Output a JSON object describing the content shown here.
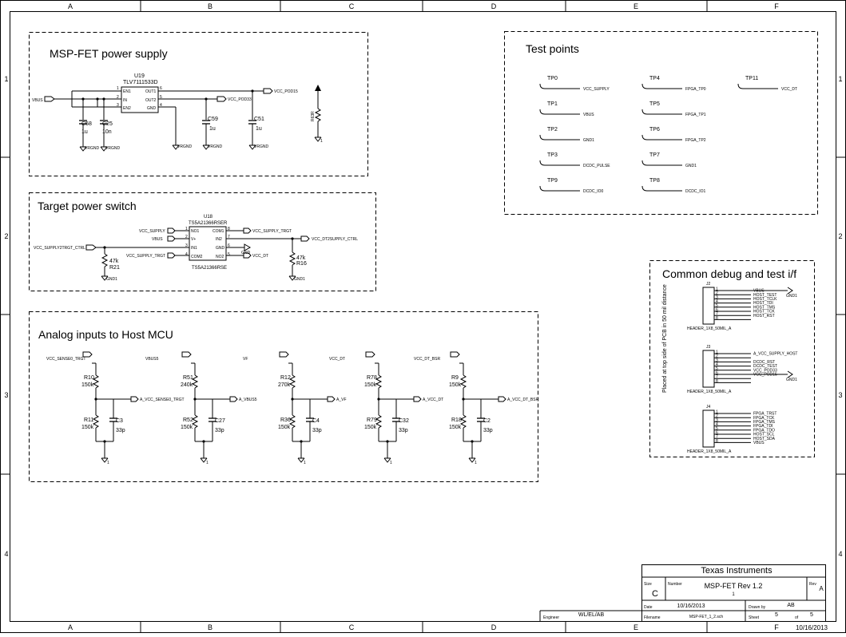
{
  "frame": {
    "columns": [
      "A",
      "B",
      "C",
      "D",
      "E",
      "F"
    ],
    "rows": [
      "1",
      "2",
      "3",
      "4"
    ]
  },
  "power_supply": {
    "title": "MSP-FET power supply",
    "ic_ref": "U19",
    "ic_name": "TLV7111533D",
    "pins_left": [
      {
        "num": "1",
        "name": "EN1"
      },
      {
        "num": "2",
        "name": "IN"
      },
      {
        "num": "3",
        "name": "EN2"
      }
    ],
    "pins_right": [
      {
        "num": "6",
        "name": "OUT1"
      },
      {
        "num": "5",
        "name": "OUT2"
      },
      {
        "num": "4",
        "name": "GND"
      }
    ],
    "vbus": "VBUS",
    "out1_net": "VCC_POD15",
    "out2_net": "VCC_POD33",
    "c58": {
      "ref": "C58",
      "val": "1u"
    },
    "c25": {
      "ref": "C25",
      "val": "10n"
    },
    "c59": {
      "ref": "C59",
      "val": "1u"
    },
    "c51": {
      "ref": "C51",
      "val": "1u"
    },
    "gnd": "VRGND",
    "r_ref": "R63R",
    "gnd1": "1"
  },
  "target_switch": {
    "title": "Target power switch",
    "ic_ref": "U18",
    "ic_name": "TS5A21366RSER",
    "ic_bottom": "TS5A21366RSE",
    "pins_left": [
      {
        "num": "1",
        "name": "NO1"
      },
      {
        "num": "2",
        "name": "V+"
      },
      {
        "num": "3",
        "name": "IN1"
      },
      {
        "num": "4",
        "name": "COM2"
      }
    ],
    "pins_right": [
      {
        "num": "8",
        "name": "COM1"
      },
      {
        "num": "7",
        "name": "IN2"
      },
      {
        "num": "6",
        "name": "GND"
      },
      {
        "num": "5",
        "name": "NO2"
      }
    ],
    "net_left": [
      "VCC_SUPPLY",
      "VBUS",
      "",
      "VCC_SUPPLY_TRGT"
    ],
    "net_com1": "VCC_SUPPLY_TRGT",
    "net_in": "VCC_SUPPLY2TRGT_CTRL",
    "net_in2": "VCC_DT2SUPPLY_CTRL",
    "net_no2": "VCC_DT",
    "gnd_small": "GND",
    "r21": {
      "ref": "R21",
      "val": "47k"
    },
    "r16": {
      "ref": "R16",
      "val": "47k"
    },
    "gnd1": "GND1"
  },
  "analog": {
    "title": "Analog inputs to Host MCU",
    "channels": [
      {
        "in": "VCC_SENSE0_TRGT",
        "rt": "R10",
        "rtv": "150k",
        "rb": "R11",
        "rbv": "150k",
        "c": "C3",
        "cv": "33p",
        "out": "A_VCC_SENSE0_TRGT",
        "g": "1"
      },
      {
        "in": "VBUS5",
        "rt": "R51",
        "rtv": "240k",
        "rb": "R52",
        "rbv": "150k",
        "c": "C27",
        "cv": "33p",
        "out": "A_VBUS5",
        "g": "1"
      },
      {
        "in": "VF",
        "rt": "R12",
        "rtv": "270k",
        "rb": "R36",
        "rbv": "150k",
        "c": "C4",
        "cv": "33p",
        "out": "A_VF",
        "g": "1"
      },
      {
        "in": "VCC_DT",
        "rt": "R78",
        "rtv": "150k",
        "rb": "R79",
        "rbv": "150k",
        "c": "C32",
        "cv": "33p",
        "out": "A_VCC_DT",
        "g": "1"
      },
      {
        "in": "VCC_DT_BSR",
        "rt": "R9",
        "rtv": "150k",
        "rb": "R18",
        "rbv": "150k",
        "c": "C2",
        "cv": "33p",
        "out": "A_VCC_DT_BSR",
        "g": "1"
      }
    ]
  },
  "test_points": {
    "title": "Test points",
    "items": [
      {
        "tp": "TP0",
        "net": "VCC_SUPPLY"
      },
      {
        "tp": "TP1",
        "net": "VBUS"
      },
      {
        "tp": "TP2",
        "net": "GND1"
      },
      {
        "tp": "TP3",
        "net": "DCDC_PULSE"
      },
      {
        "tp": "TP9",
        "net": "DCDC_IO0"
      },
      {
        "tp": "TP4",
        "net": "FPGA_TP0"
      },
      {
        "tp": "TP5",
        "net": "FPGA_TP1"
      },
      {
        "tp": "TP6",
        "net": "FPGA_TP2"
      },
      {
        "tp": "TP7",
        "net": "GND1"
      },
      {
        "tp": "TP8",
        "net": "DCDC_IO1"
      },
      {
        "tp": "TP11",
        "net": "VCC_DT"
      }
    ]
  },
  "debug": {
    "title": "Common debug and test i/f",
    "side_note": "Placed at top side of PCB in 50 mil distance",
    "headers": [
      {
        "ref": "J2",
        "name": "HEADER_1X8_50MIL_A",
        "gnd": "GND1",
        "nets": [
          "VBUS",
          "HOST_TEST",
          "HOST_TCLK",
          "HOST_TDI",
          "HOST_TMS",
          "HOST_TCK",
          "HOST_RST",
          ""
        ],
        "pins": [
          "1",
          "2",
          "3",
          "4",
          "5",
          "6",
          "7",
          "8"
        ]
      },
      {
        "ref": "J3",
        "name": "HEADER_1X8_50MIL_A",
        "gnd": "GND1",
        "nets": [
          "A_VCC_SUPPLY_HOST",
          "",
          "DCDC_RST",
          "DCDC_TEST",
          "VCC_POD33",
          "VCC_POD15",
          "",
          ""
        ],
        "pins": [
          "1",
          "2",
          "3",
          "4",
          "5",
          "6",
          "7",
          "8"
        ]
      },
      {
        "ref": "J4",
        "name": "HEADER_1X8_50MIL_A",
        "gnd": "",
        "nets": [
          "FPGA_TRST",
          "FPGA_TCK",
          "FPGA_TMS",
          "FPGA_TDI",
          "FPGA_TDO",
          "HOST_SCL",
          "HOST_SDA",
          "VBUS"
        ],
        "pins": [
          "1",
          "2",
          "3",
          "4",
          "5",
          "6",
          "7",
          "8"
        ]
      }
    ]
  },
  "title_block": {
    "company": "Texas Instruments",
    "size_label": "Size",
    "size": "C",
    "number_label": "Number",
    "number": "MSP-FET Rev 1.2",
    "number_sub": "1",
    "rev_label": "Rev",
    "rev": "A",
    "date_label": "Date",
    "date": "10/16/2013",
    "drawn_label": "Drawn by",
    "drawn": "AB",
    "engineer_label": "Engineer",
    "engineer": "WL/EL/AB",
    "filename_label": "Filename",
    "filename": "MSP-FET_1_2.sch",
    "sheet_label": "Sheet",
    "sheet": "5",
    "of_label": "of",
    "of": "5",
    "footer_date": "10/16/2013"
  }
}
